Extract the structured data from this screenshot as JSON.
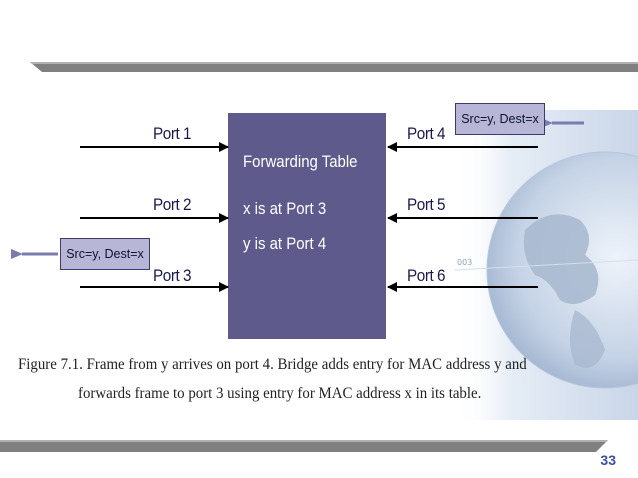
{
  "diagram": {
    "ports_left": [
      {
        "label": "Port 1"
      },
      {
        "label": "Port 2"
      },
      {
        "label": "Port 3"
      }
    ],
    "ports_right": [
      {
        "label": "Port 4"
      },
      {
        "label": "Port 5"
      },
      {
        "label": "Port 6"
      }
    ],
    "forwarding_table": {
      "title": "Forwarding  Table",
      "entries": [
        "x is at Port 3",
        "y is at Port 4"
      ]
    },
    "incoming_frame": "Src=y, Dest=x",
    "outgoing_frame": "Src=y, Dest=x",
    "globe_caption": "003"
  },
  "caption": {
    "line1": "Figure 7.1. Frame from y arrives on port 4. Bridge adds entry for MAC address y and",
    "line2": "forwards frame to port 3 using entry for MAC address x in its table."
  },
  "slide": {
    "page_number": "33"
  },
  "colors": {
    "table_fill": "#5e5b8c",
    "frame_fill": "#b7b6d6",
    "band_dark": "#7a7a7a",
    "accent_arrow": "#7b7bb0",
    "page_number": "#3a4fa0"
  }
}
